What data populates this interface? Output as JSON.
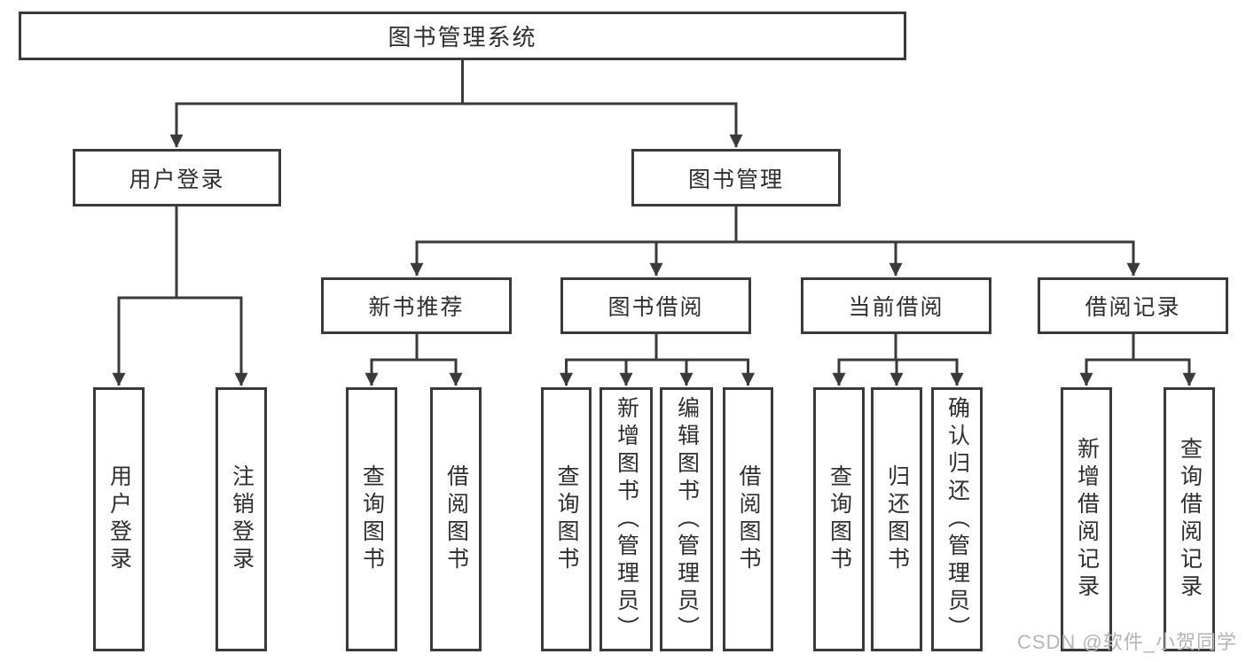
{
  "diagram": {
    "colors": {
      "line": "#3a3a3a",
      "text": "#2e2e2e",
      "watermark": "#b4b4bc",
      "background": "#ffffff"
    },
    "tree": {
      "root": {
        "label": "图书管理系统"
      },
      "level2": [
        {
          "label": "用户登录",
          "leaves": [
            {
              "label": "用户登录"
            },
            {
              "label": "注销登录"
            }
          ]
        },
        {
          "label": "图书管理",
          "groups": [
            {
              "label": "新书推荐",
              "leaves": [
                {
                  "label": "查询图书"
                },
                {
                  "label": "借阅图书"
                }
              ]
            },
            {
              "label": "图书借阅",
              "leaves": [
                {
                  "label": "查询图书"
                },
                {
                  "label": "新增图书（管理员）"
                },
                {
                  "label": "编辑图书（管理员）"
                },
                {
                  "label": "借阅图书"
                }
              ]
            },
            {
              "label": "当前借阅",
              "leaves": [
                {
                  "label": "查询图书"
                },
                {
                  "label": "归还图书"
                },
                {
                  "label": "确认归还（管理员）"
                }
              ]
            },
            {
              "label": "借阅记录",
              "leaves": [
                {
                  "label": "新增借阅记录"
                },
                {
                  "label": "查询借阅记录"
                }
              ]
            }
          ]
        }
      ]
    },
    "watermark": {
      "text": "CSDN @软件_小贺同学"
    }
  }
}
